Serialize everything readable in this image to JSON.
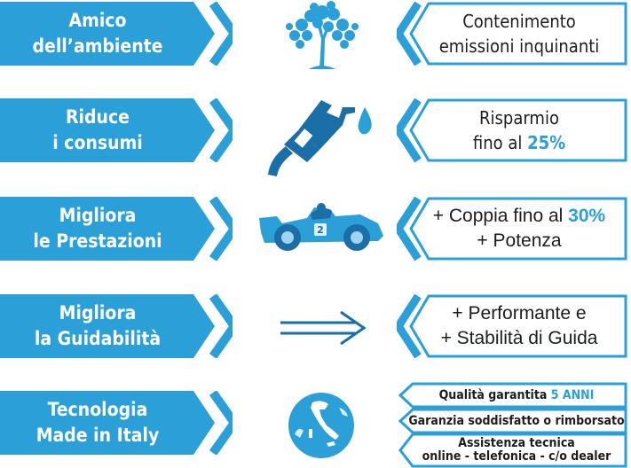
{
  "rows": [
    {
      "left": [
        "Amico",
        "dell’ambiente"
      ],
      "right": [
        "Contenimento",
        "emissioni inquinanti"
      ],
      "icon": "tree-icon"
    },
    {
      "left": [
        "Riduce",
        "i consumi"
      ],
      "right_line1": "Risparmio",
      "right_line2_pre": "fino al ",
      "right_line2_hl": "25%",
      "icon": "fuel-pump-icon"
    },
    {
      "left": [
        "Migliora",
        "le Prestazioni"
      ],
      "right_line1_pre": "+ Coppia fino al ",
      "right_line1_hl": "30%",
      "right_line2": "+ Potenza",
      "icon": "race-car-icon"
    },
    {
      "left": [
        "Migliora",
        "la Guidabilità"
      ],
      "right": [
        "+ Performante e",
        "+ Stabilità di Guida"
      ],
      "icon": "double-arrow-icon"
    },
    {
      "left": [
        "Tecnologia",
        "Made in Italy"
      ],
      "icon": "globe-italy-icon",
      "mini": {
        "q_pre": "Qualità garantita ",
        "q_hl": "5 ANNI",
        "g": "Garanzia soddisfatto o rimborsato",
        "a1": "Assistenza tecnica",
        "a2": "online - telefonica - c/o dealer"
      }
    }
  ],
  "car_number": "2",
  "colors": {
    "blue": "#2a9fd8",
    "dark_blue": "#1a6fa8",
    "text": "#1d1d1d"
  }
}
